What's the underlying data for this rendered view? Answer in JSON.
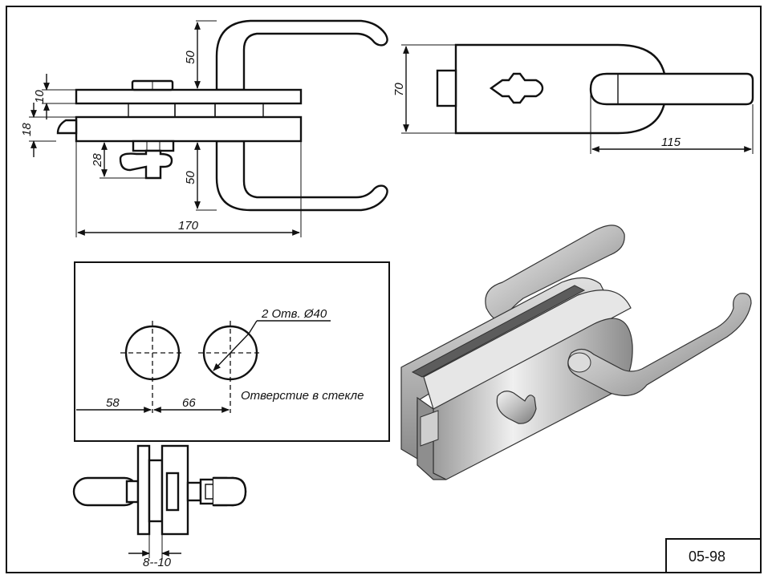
{
  "drawing_code": "05-98",
  "side_view": {
    "dim_top_lever": "50",
    "dim_plate": "10",
    "dim_glass": "18",
    "dim_knob": "28",
    "dim_bottom_lever": "50",
    "dim_overall_width": "170"
  },
  "top_view": {
    "dim_height": "70",
    "dim_lever_length": "115"
  },
  "glass_cutout": {
    "holes_label": "2 Отв. Ø40",
    "dim_first": "58",
    "dim_second": "66",
    "caption": "Отверстие в стекле"
  },
  "end_view": {
    "dim_glass_thickness": "8--10"
  }
}
